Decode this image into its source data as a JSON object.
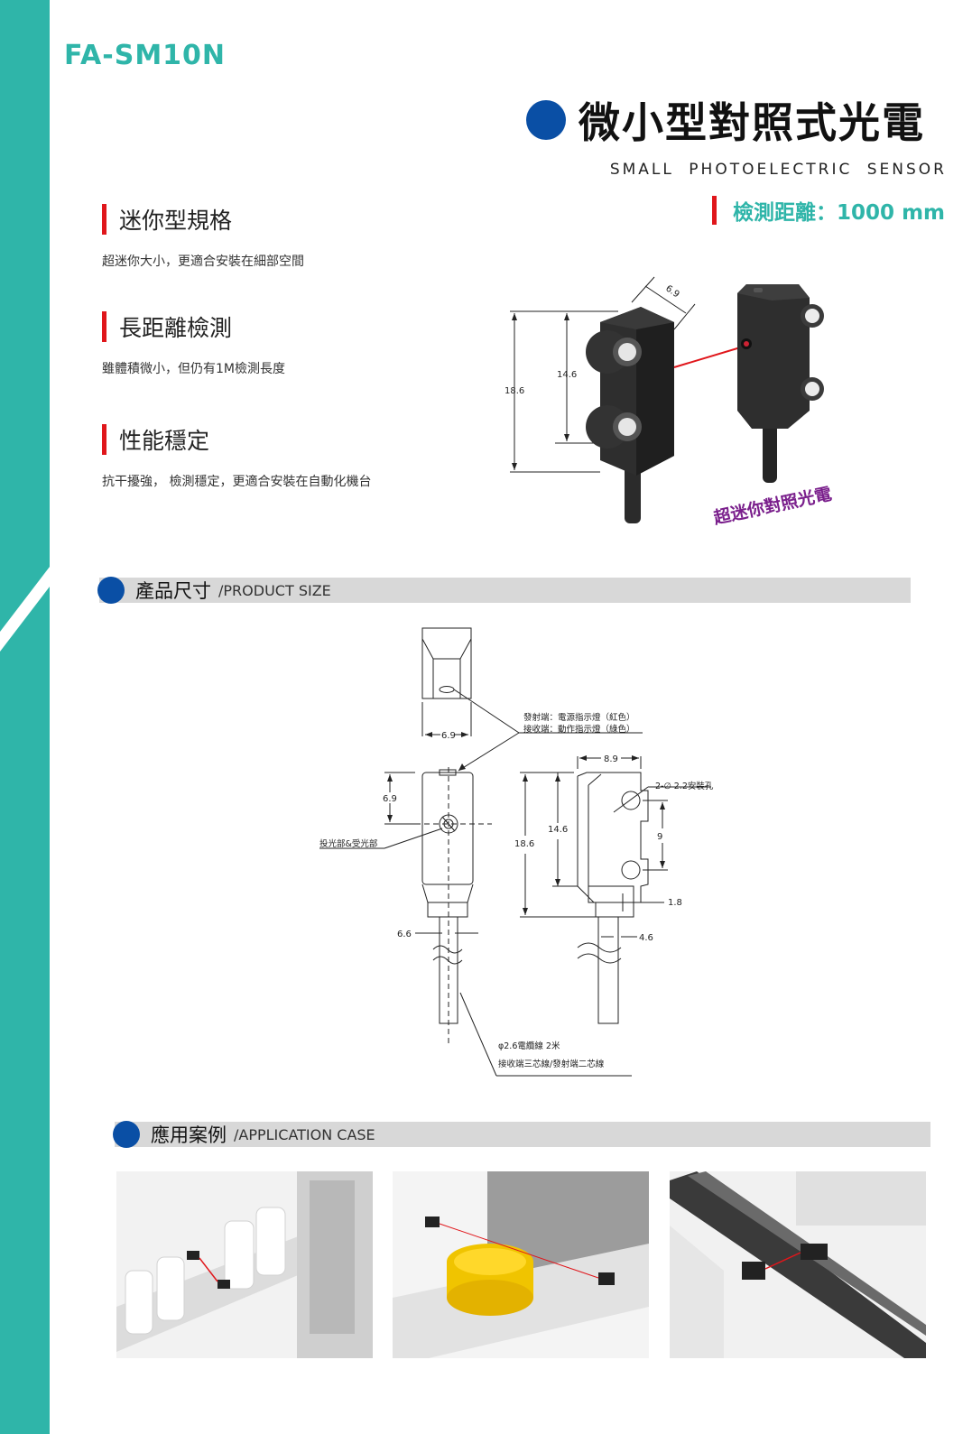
{
  "header": {
    "model": "FA-SM10N",
    "title": "微小型對照式光電",
    "subtitle": "SMALL PHOTOELECTRIC SENSOR",
    "distance": "檢測距離：1000 mm"
  },
  "features": [
    {
      "title": "迷你型規格",
      "desc": "超迷你大小，更適合安裝在細部空間"
    },
    {
      "title": "長距離檢測",
      "desc": "雖體積微小，但仍有1M檢測長度"
    },
    {
      "title": "性能穩定",
      "desc": "抗干擾強， 檢測穩定，更適合安裝在自動化機台"
    }
  ],
  "product_image": {
    "dims": {
      "w": "6.9",
      "h_inner": "14.6",
      "h_outer": "18.6"
    },
    "slogan": "超迷你對照光電"
  },
  "sections": {
    "size": {
      "label": "產品尺寸",
      "en": "/PRODUCT SIZE"
    },
    "app": {
      "label": "應用案例",
      "en": "/APPLICATION CASE"
    }
  },
  "drawing": {
    "notes": {
      "led1": "發射端：電源指示燈（紅色）",
      "led2": "接收端：動作指示燈（綠色）",
      "hole": "2-∅ 2.2安裝孔",
      "lens": "投光部&受光部",
      "cable1": "φ2.6電纜線 2米",
      "cable2": "接收端三芯線/發射端二芯線"
    },
    "dims": {
      "top_w": "6.9",
      "front_top": "6.9",
      "front_bottom": "6.6",
      "side_w": "8.9",
      "side_h_outer": "18.6",
      "side_h_inner": "14.6",
      "hole_pitch": "9",
      "hole_offset": "1.8",
      "neck": "4.6"
    }
  },
  "colors": {
    "teal": "#2fb5a9",
    "blue": "#0a4fa5",
    "red": "#e0161b",
    "purple": "#7a1f8c"
  }
}
